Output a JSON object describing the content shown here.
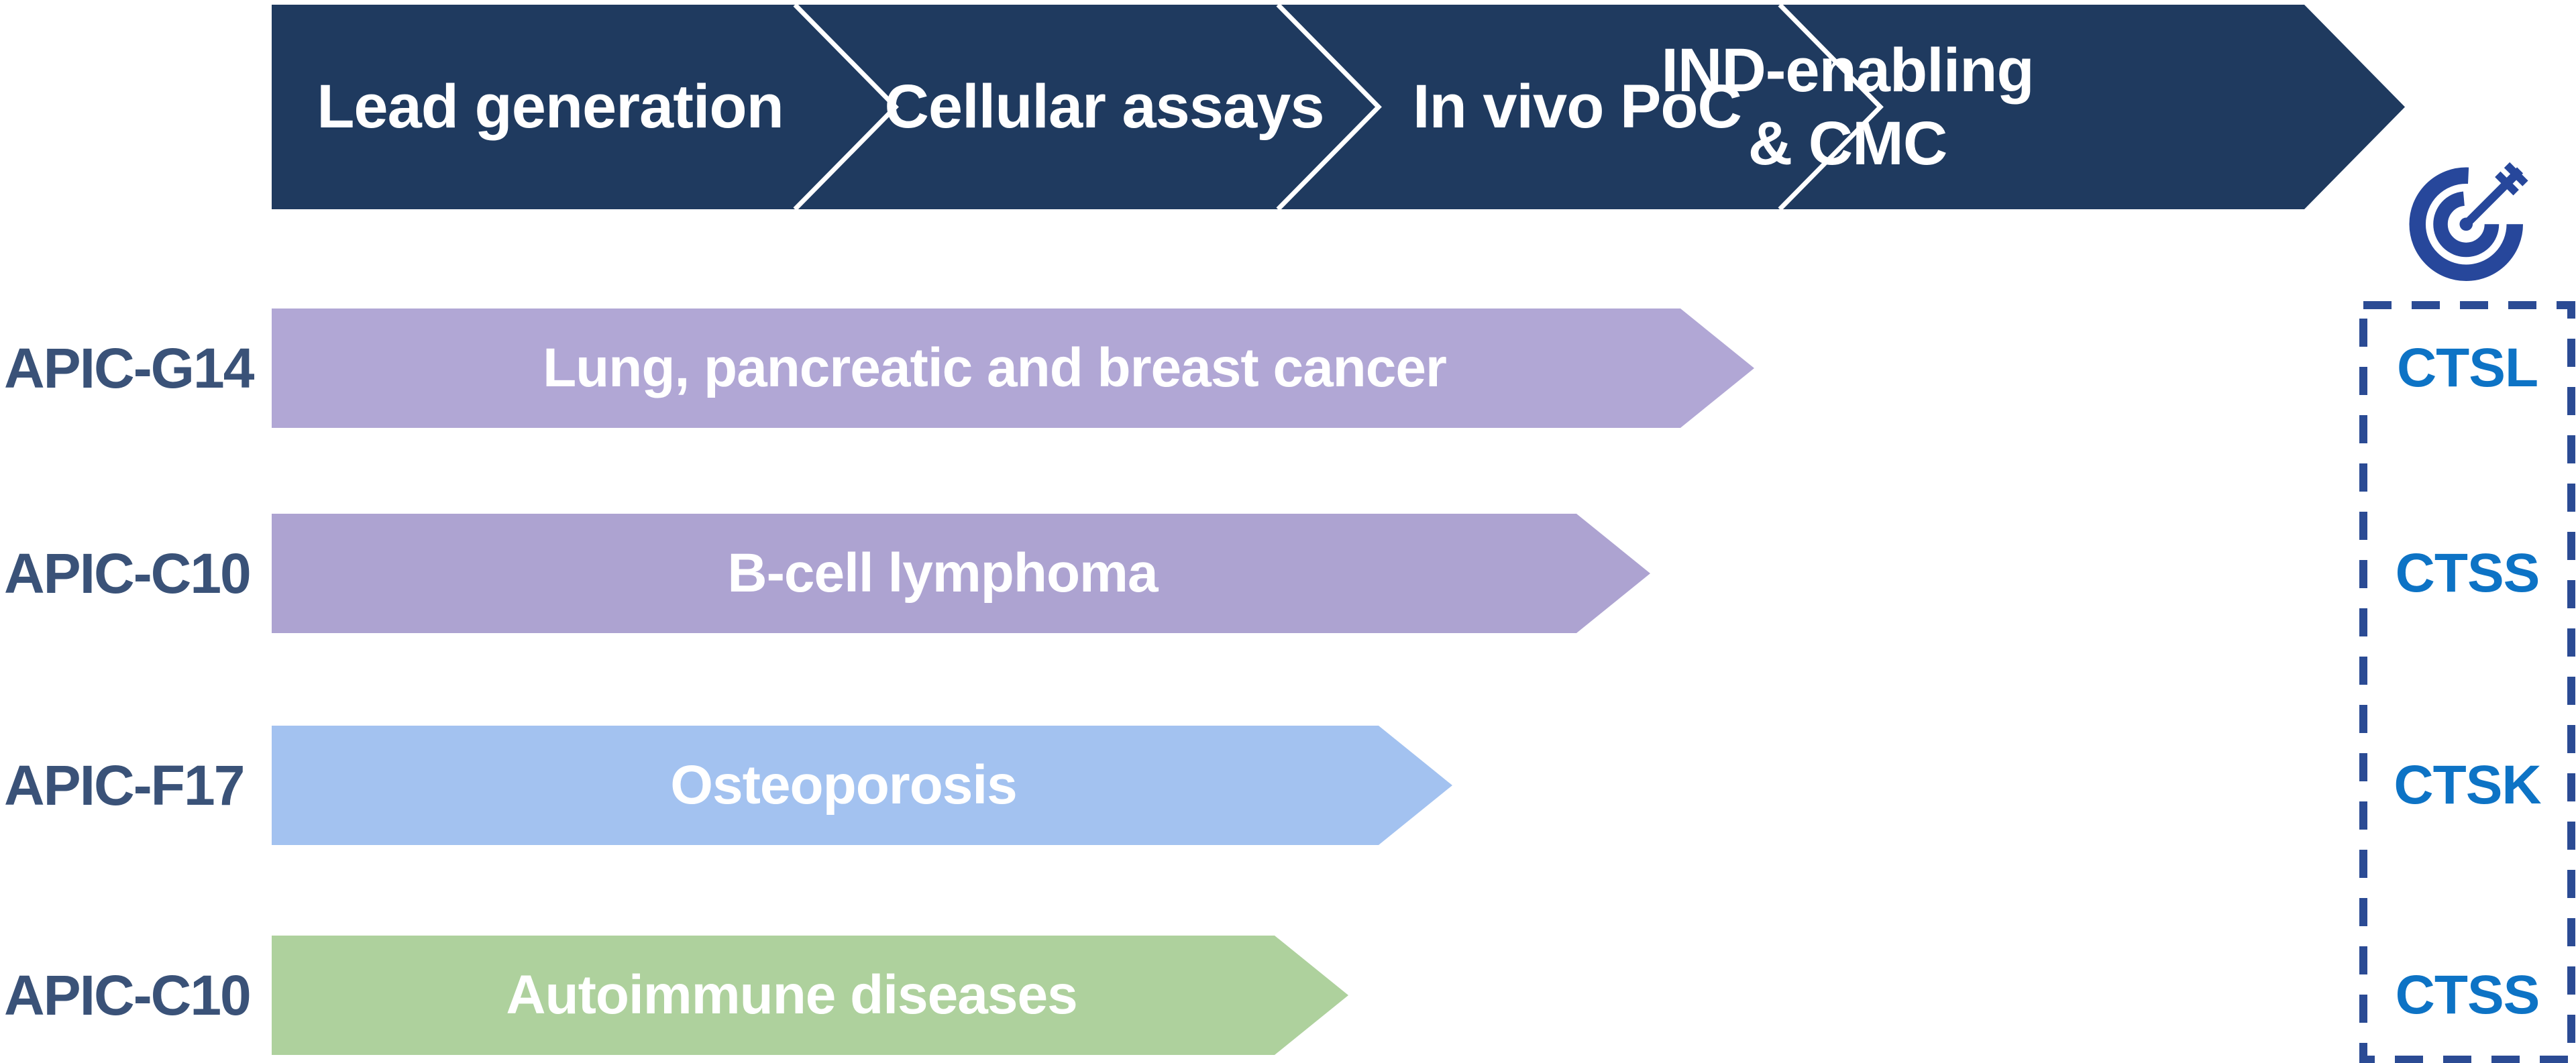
{
  "header": {
    "stages": [
      {
        "label": "Lead generation"
      },
      {
        "label": "Cellular assays"
      },
      {
        "label": "In vivo PoC"
      },
      {
        "label": "IND-enabling\n& CMC"
      }
    ]
  },
  "pipeline": {
    "rows": [
      {
        "program": "APIC-G14",
        "indication": "Lung, pancreatic and breast cancer",
        "target": "CTSL",
        "bar_color": "#b1a7d5",
        "bar_style": "background:#b1a7d5;width:2210px",
        "stage_reached": "In vivo PoC"
      },
      {
        "program": "APIC-C10",
        "indication": "B-cell lymphoma",
        "target": "CTSS",
        "bar_color": "#ada3d1",
        "bar_style": "background:#ada3d1;width:2055px",
        "stage_reached": "In vivo PoC"
      },
      {
        "program": "APIC-F17",
        "indication": "Osteoporosis",
        "target": "CTSK",
        "bar_color": "#a3c2f0",
        "bar_style": "background:#a3c2f0;width:1760px",
        "stage_reached": "In vivo PoC"
      },
      {
        "program": "APIC-C10",
        "indication": "Autoimmune diseases",
        "target": "CTSS",
        "bar_color": "#aed19d",
        "bar_style": "background:#aed19d;width:1605px",
        "stage_reached": "Cellular assays"
      }
    ]
  },
  "icons": {
    "target_icon": "bullseye-with-dart"
  },
  "colors": {
    "header_navy": "#1f3a5f",
    "chevron_separator": "#ffffff",
    "program_label_navy": "#3a5278",
    "target_label_blue": "#0d73c5",
    "dashed_border_blue": "#2b4b94",
    "icon_blue": "#27479b",
    "row1_bar": "#b1a7d5",
    "row2_bar": "#ada3d1",
    "row3_bar": "#a3c2f0",
    "row4_bar": "#aed19d"
  }
}
